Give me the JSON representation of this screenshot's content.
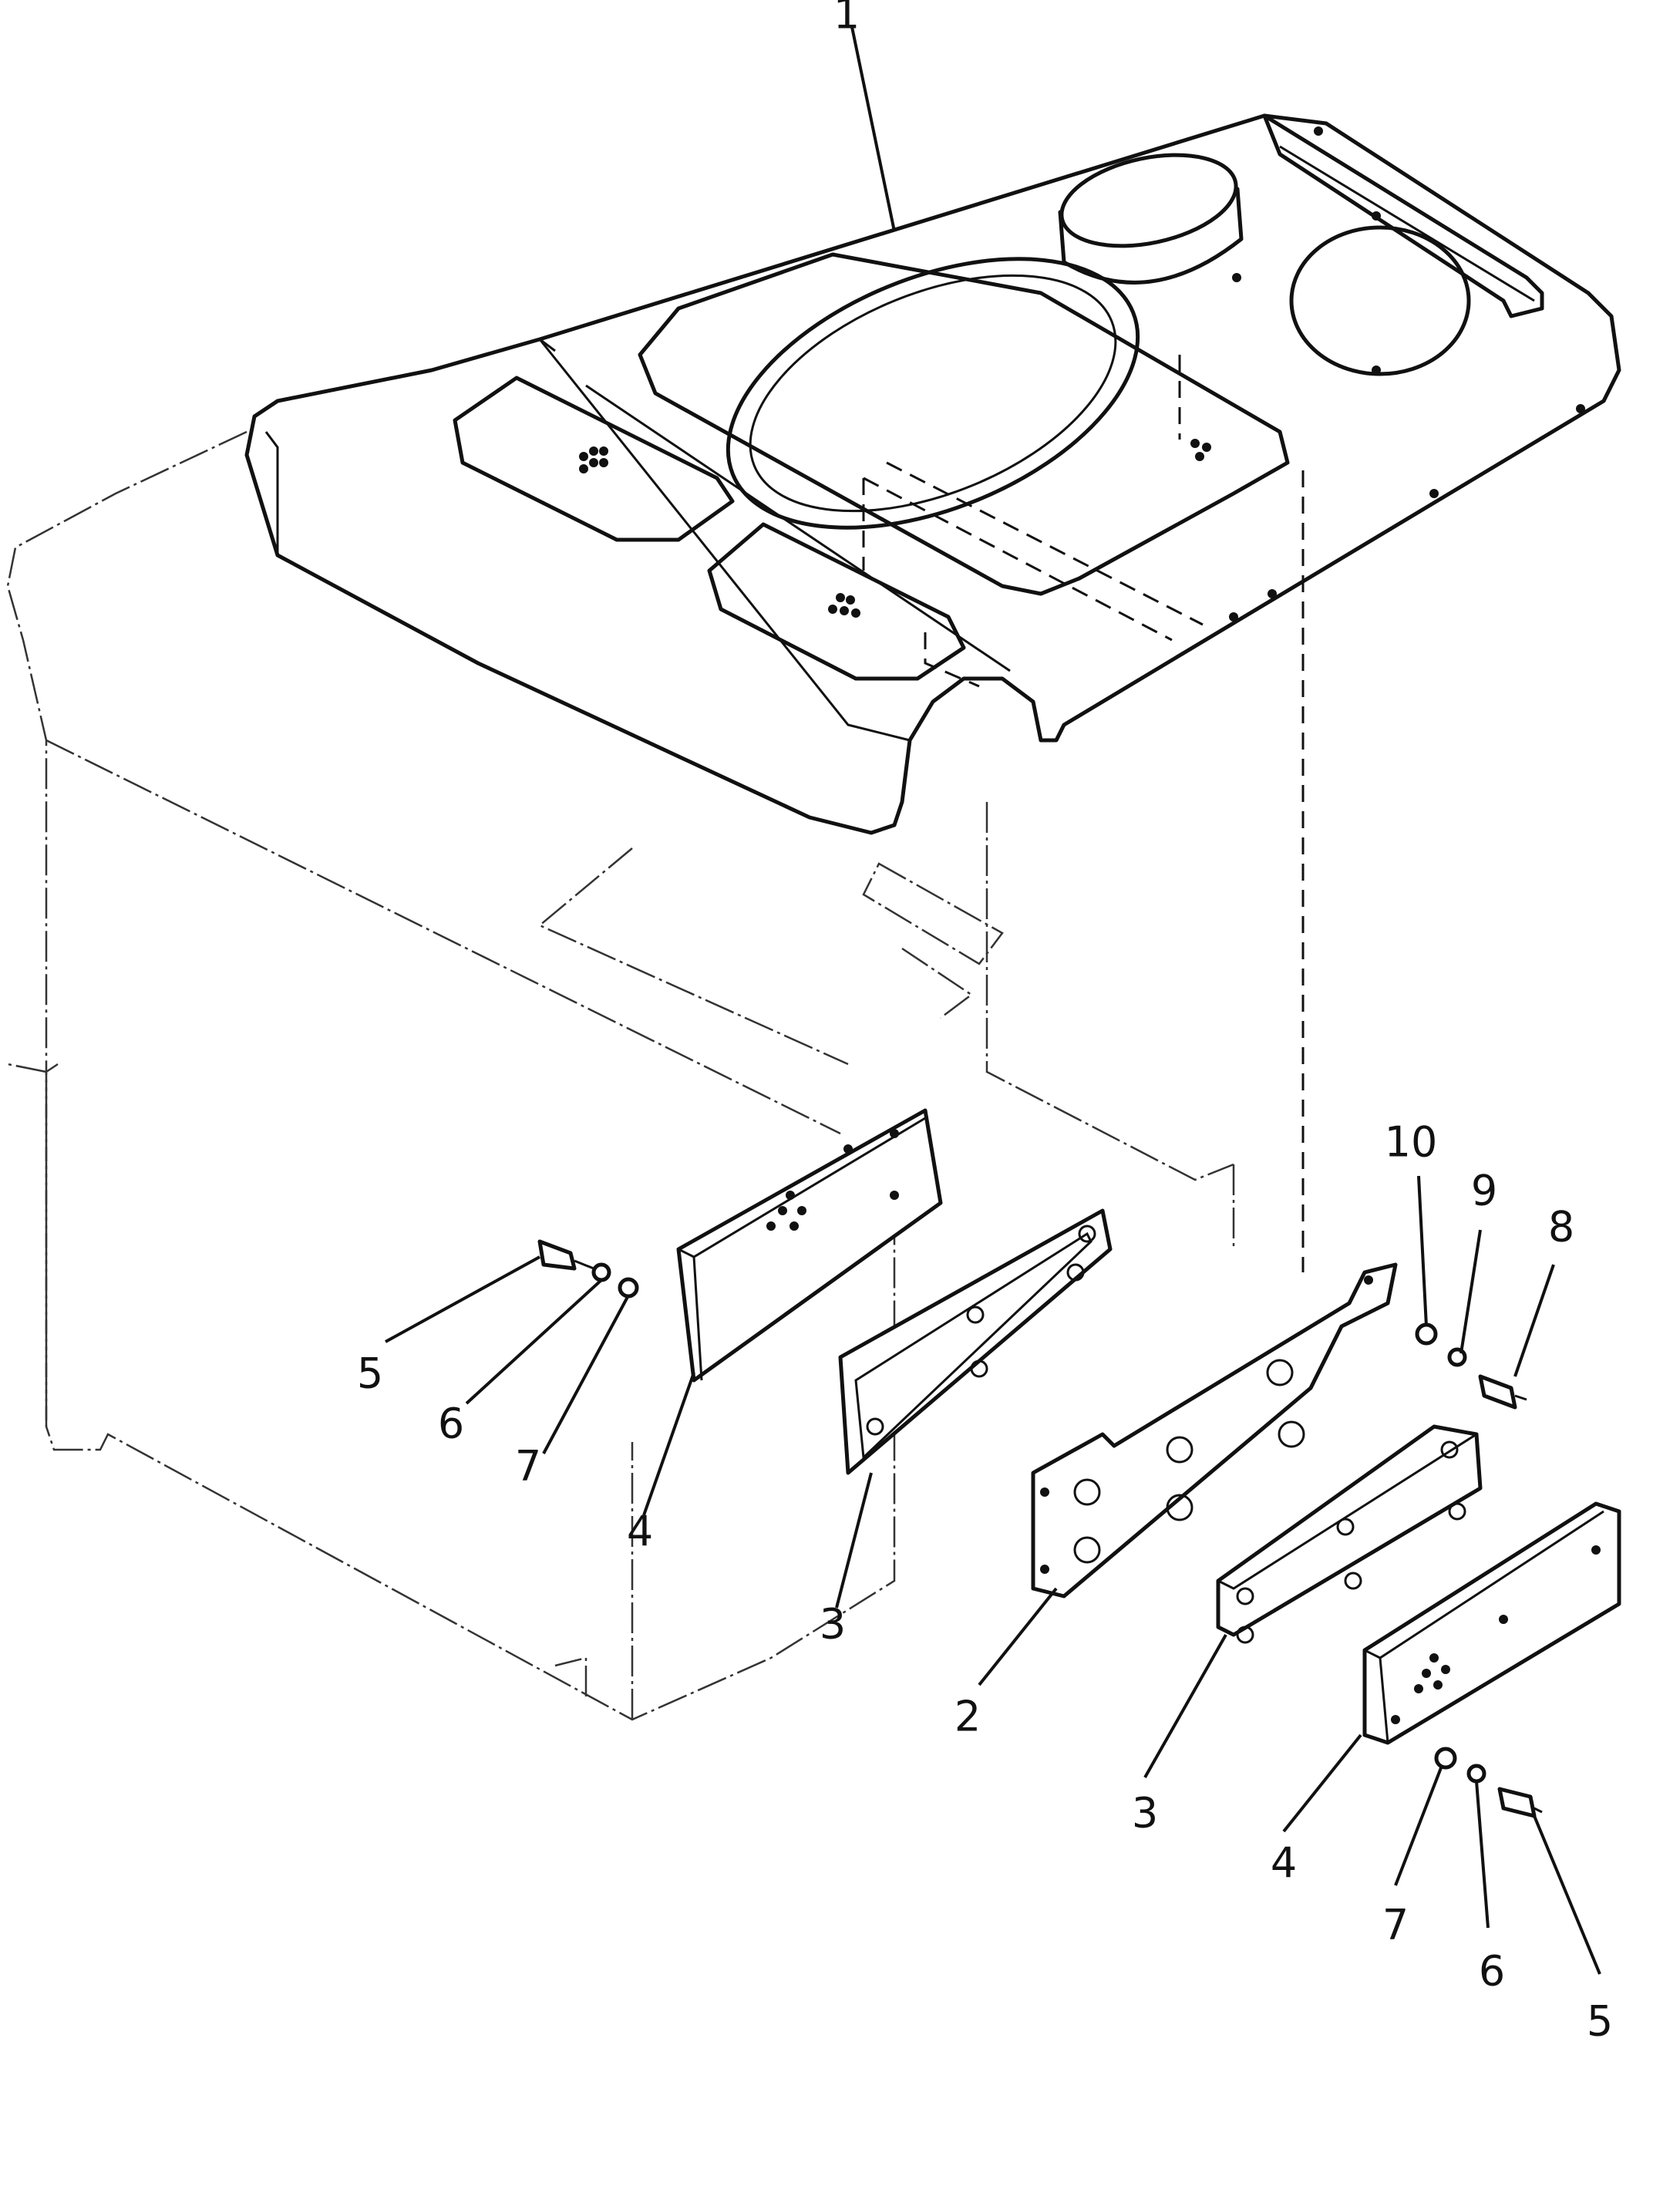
{
  "callouts": [
    {
      "id": "c1",
      "label": "1"
    },
    {
      "id": "c10",
      "label": "10"
    },
    {
      "id": "c9",
      "label": "9"
    },
    {
      "id": "c8",
      "label": "8"
    },
    {
      "id": "c5a",
      "label": "5"
    },
    {
      "id": "c6a",
      "label": "6"
    },
    {
      "id": "c7a",
      "label": "7"
    },
    {
      "id": "c4a",
      "label": "4"
    },
    {
      "id": "c3a",
      "label": "3"
    },
    {
      "id": "c2",
      "label": "2"
    },
    {
      "id": "c3b",
      "label": "3"
    },
    {
      "id": "c4b",
      "label": "4"
    },
    {
      "id": "c7b",
      "label": "7"
    },
    {
      "id": "c6b",
      "label": "6"
    },
    {
      "id": "c5b",
      "label": "5"
    }
  ]
}
